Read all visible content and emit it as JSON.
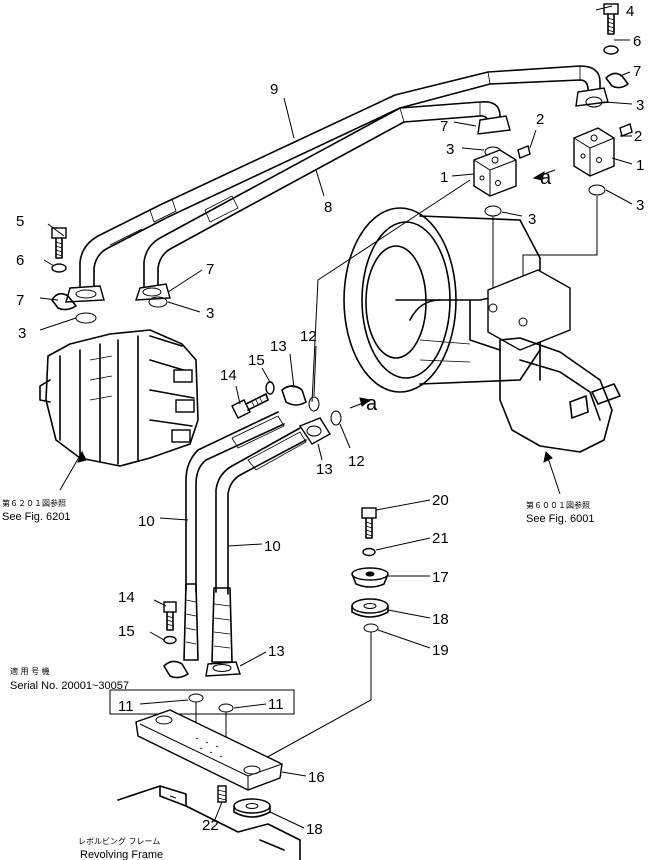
{
  "callouts": {
    "n1a": "1",
    "n1b": "1",
    "n2a": "2",
    "n2b": "2",
    "n3a": "3",
    "n3b": "3",
    "n3c": "3",
    "n3d": "3",
    "n3e": "3",
    "n3f": "3",
    "n4": "4",
    "n5": "5",
    "n6a": "6",
    "n6b": "6",
    "n7a": "7",
    "n7b": "7",
    "n7c": "7",
    "n7d": "7",
    "n8": "8",
    "n9": "9",
    "n10a": "10",
    "n10b": "10",
    "n11a": "11",
    "n11b": "11",
    "n12a": "12",
    "n12b": "12",
    "n13a": "13",
    "n13b": "13",
    "n13c": "13",
    "n14a": "14",
    "n14b": "14",
    "n15a": "15",
    "n15b": "15",
    "n16": "16",
    "n17": "17",
    "n18a": "18",
    "n18b": "18",
    "n19": "19",
    "n20": "20",
    "n21": "21",
    "n22": "22"
  },
  "markers": {
    "a1": "a",
    "a2": "a"
  },
  "notes": {
    "fig6201_jp": "第６２０１図参照",
    "fig6201_en": "See Fig. 6201",
    "fig6001_jp": "第６００１図参照",
    "fig6001_en": "See Fig. 6001",
    "serial_jp": "適 用 号 機",
    "serial_en": "Serial No. 20001~30057",
    "frame_jp": "レボルビング フレーム",
    "frame_en": "Revolving Frame"
  }
}
